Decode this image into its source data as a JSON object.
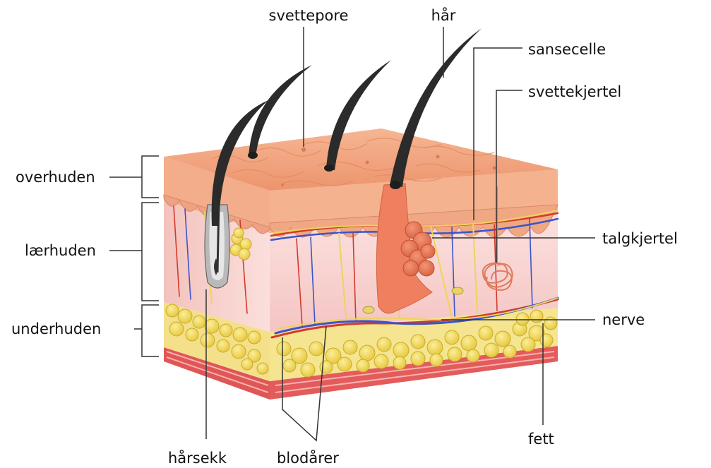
{
  "labels": {
    "sweat_pore": "svettepore",
    "hair": "hår",
    "sensory_cell": "sansecelle",
    "sweat_gland": "svettekjertel",
    "epidermis": "overhuden",
    "dermis": "lærhuden",
    "subcutis": "underhuden",
    "sebaceous_gland": "talgkjertel",
    "nerve": "nerve",
    "fat": "fett",
    "hair_follicle": "hårsekk",
    "blood_vessels": "blodårer"
  },
  "colors": {
    "epidermis_top": "#f2a47c",
    "epidermis_layer": "#f4b28e",
    "dermis": "#f9d6d3",
    "fat": "#f1da55",
    "fat_outline": "#c9ad27",
    "muscle": "#e45b5b",
    "artery": "#d33a2c",
    "vein": "#3a55c9",
    "nerve": "#f0d35a",
    "hair": "#2b2b2b",
    "follicle": "#ee8060"
  }
}
